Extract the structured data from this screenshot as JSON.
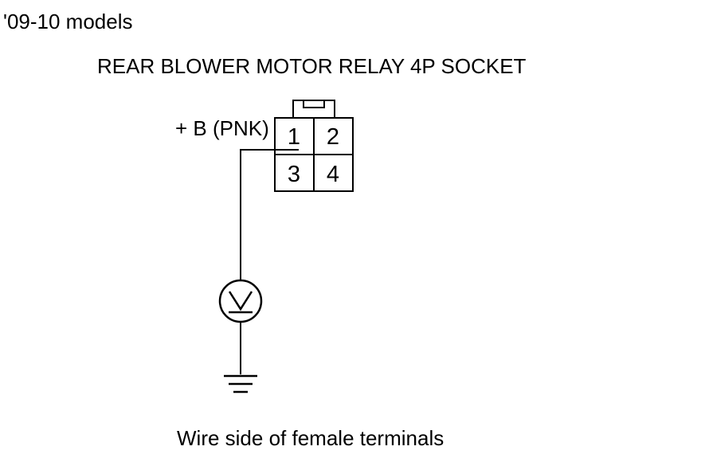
{
  "header": {
    "models": "'09-10 models",
    "connector_title": "REAR BLOWER MOTOR RELAY 4P SOCKET"
  },
  "connector": {
    "pins": [
      "1",
      "2",
      "3",
      "4"
    ]
  },
  "wire": {
    "label": "+ B (PNK)"
  },
  "meter": {
    "icon": "voltmeter-icon"
  },
  "ground": {
    "icon": "ground-icon"
  },
  "footer": {
    "caption": "Wire side of female terminals"
  },
  "colors": {
    "ink": "#000000",
    "background": "#ffffff"
  }
}
